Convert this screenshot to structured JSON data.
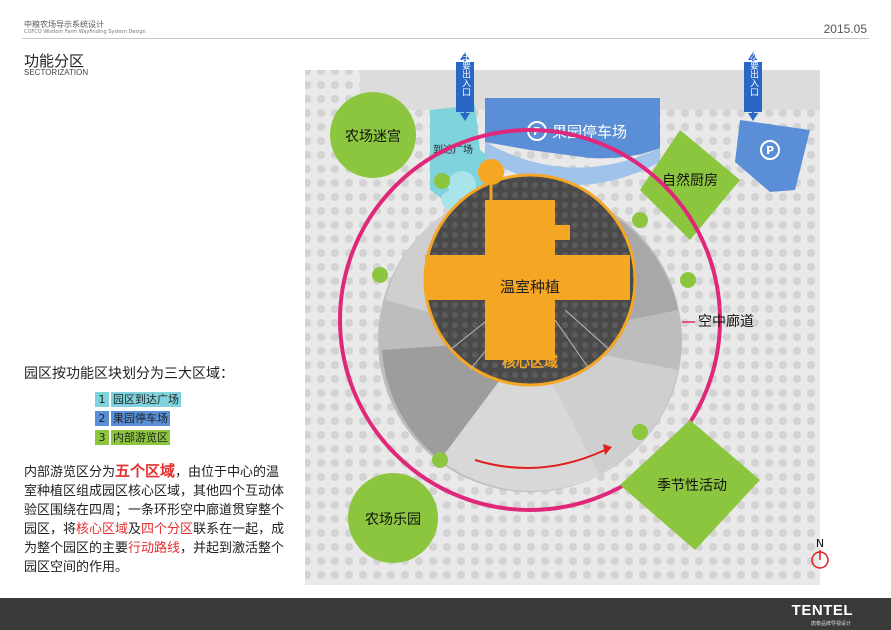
{
  "header": {
    "project_cn": "中粮农场导示系统设计",
    "project_en": "COFCO Wisdom Farm Wayfinding System Design",
    "date": "2015.05"
  },
  "section": {
    "title": "功能分区",
    "subtitle": "SECTORIZATION"
  },
  "text": {
    "intro": "园区按功能区块划分为三大区域：",
    "desc_parts": [
      {
        "text": "内部游览区分为",
        "style": "normal"
      },
      {
        "text": "五个区域",
        "style": "em-big"
      },
      {
        "text": "，由位于中心的温室种植区组成园区核心区域，其他四个互动体验区围绕在四周；一条环形空中廊道贯穿整个园区，将",
        "style": "normal"
      },
      {
        "text": "核心区域",
        "style": "em"
      },
      {
        "text": "及",
        "style": "normal"
      },
      {
        "text": "四个分区",
        "style": "em"
      },
      {
        "text": "联系在一起，成为整个园区的主要",
        "style": "normal"
      },
      {
        "text": "行动路线",
        "style": "em"
      },
      {
        "text": "，并起到激活整个园区空间的作用。",
        "style": "normal"
      }
    ]
  },
  "legend": [
    {
      "num": "1",
      "label": "园区到达广场",
      "color": "#7fd3dd"
    },
    {
      "num": "2",
      "label": "果园停车场",
      "color": "#5a8fd8"
    },
    {
      "num": "3",
      "label": "内部游览区",
      "color": "#8cc63f"
    }
  ],
  "map": {
    "labels": {
      "farm_maze": "农场迷宫",
      "arrival_plaza": "到达广场",
      "parking": "果园停车场",
      "main_entrance": "主要出入口",
      "secondary_entrance": "次要出入口",
      "kitchen": "自然厨房",
      "greenhouse": "温室种植",
      "core": "核心区域",
      "skyway": "空中廊道",
      "seasonal": "季节性活动",
      "farm_park": "农场乐园",
      "north": "N",
      "parking_sign": "P"
    },
    "colors": {
      "green": "#8cc63f",
      "blue": "#5a8fd8",
      "cyan": "#7fd3dd",
      "orange": "#f5a623",
      "magenta": "#e0287a",
      "red_arrow": "#e02020"
    }
  },
  "footer": {
    "logo": "TENTEL",
    "logo_sub": "唐泰品牌导视设计"
  }
}
